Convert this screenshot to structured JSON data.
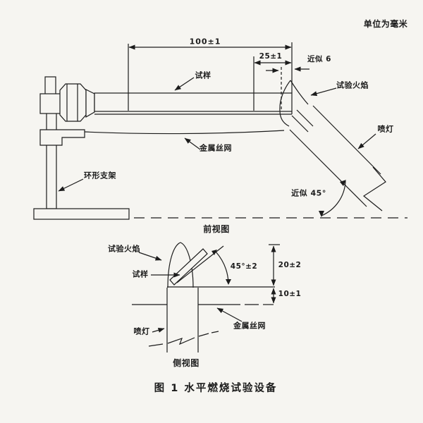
{
  "page": {
    "unit_note": "单位为毫米",
    "figure_caption": "图 1  水平燃烧试验设备"
  },
  "front_view": {
    "caption": "前视图",
    "dim_length": "100±1",
    "dim_flame_pos": "25±1",
    "dim_overlap": "近似 6",
    "dim_angle": "近似 45°",
    "label_specimen": "试样",
    "label_test_flame": "试验火焰",
    "label_burner": "喷灯",
    "label_wire_mesh": "金属丝网",
    "label_ring_stand": "环形支架"
  },
  "side_view": {
    "caption": "侧视图",
    "dim_angle": "45°±2",
    "dim_flame_height": "20±2",
    "dim_mesh_height": "10±1",
    "label_test_flame": "试验火焰",
    "label_specimen": "试样",
    "label_burner": "喷灯",
    "label_wire_mesh": "金属丝网"
  },
  "colors": {
    "ink": "#1c1c1c",
    "paper": "#f6f5f1"
  }
}
